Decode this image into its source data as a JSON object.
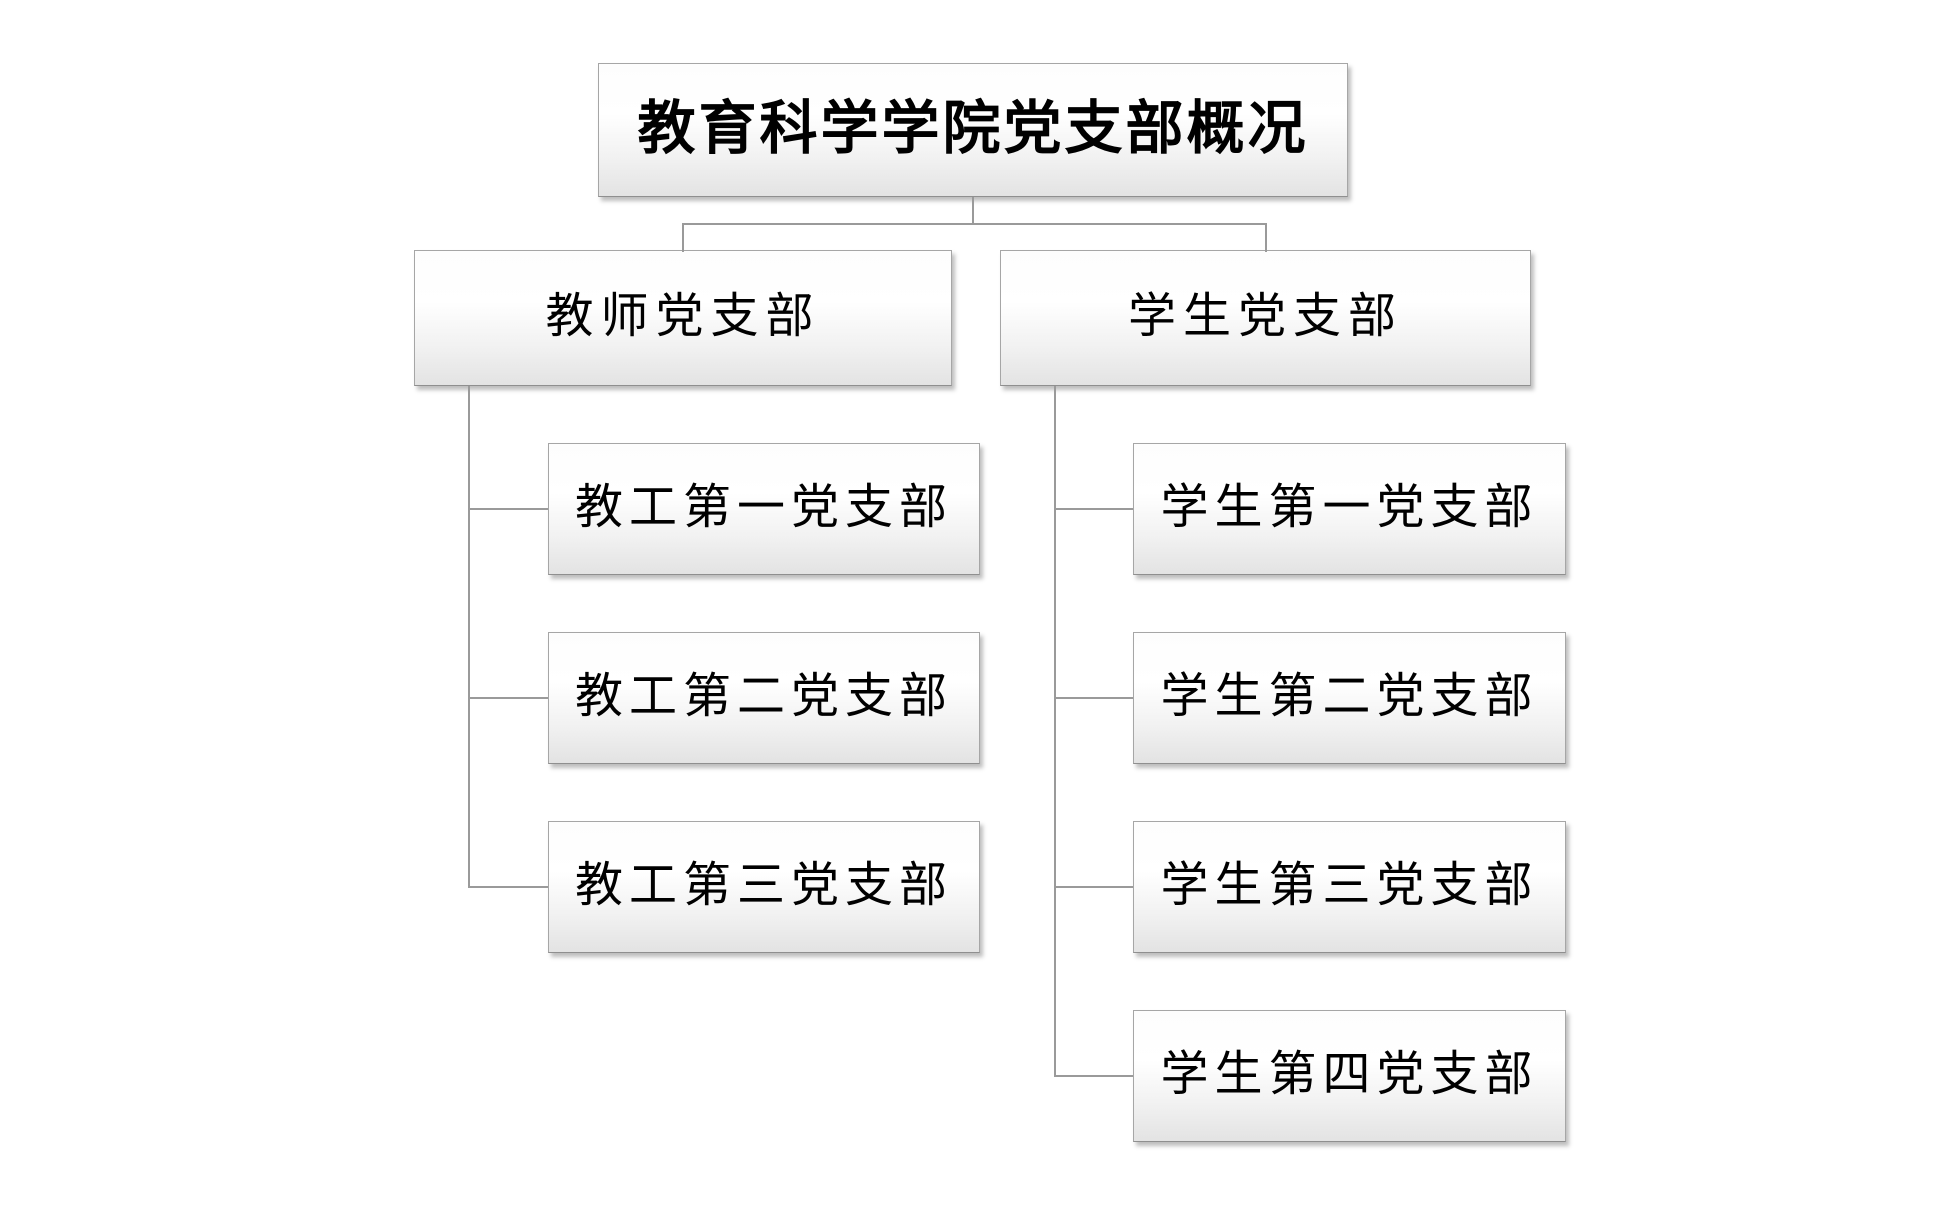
{
  "diagram": {
    "title": "教育科学学院党支部概况",
    "branches": [
      {
        "label": "教师党支部",
        "children": [
          "教工第一党支部",
          "教工第二党支部",
          "教工第三党支部"
        ]
      },
      {
        "label": "学生党支部",
        "children": [
          "学生第一党支部",
          "学生第二党支部",
          "学生第三党支部",
          "学生第四党支部"
        ]
      }
    ],
    "colors": {
      "background": "#ffffff",
      "box_border": "#a6a6a6",
      "box_fill_top": "#ffffff",
      "box_fill_bottom": "#e3e3e3",
      "connector": "#9a9a9a",
      "text": "#000000"
    }
  }
}
